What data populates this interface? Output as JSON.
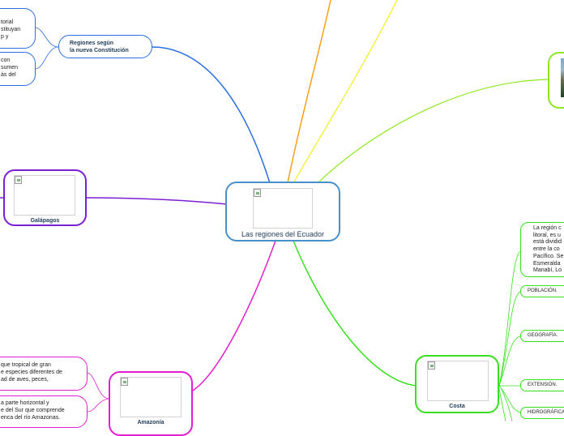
{
  "central": {
    "title": "Las regiones del Ecuador"
  },
  "regiones_nueva_constitucion": {
    "title": "Regiones según\nla nueva Constitución",
    "children": [
      "torial\nstituyan\np y",
      "con\nsumen\nás del"
    ]
  },
  "galapagos": {
    "title": "Galápagos"
  },
  "amazonia": {
    "title": "Amazonía",
    "children": [
      "que tropical de gran\ne especies diferentes de\nad de aves, peces,",
      "a parte horizontal y\ne del Sur que comprende\nenca del río Amazonas."
    ]
  },
  "costa": {
    "title": "Costa",
    "children": [
      "La región c\nlitoral, es u\nestá dividid\nentre la co\nPacífico. Se\nEsmeralda\nManabí, Lo",
      "POBLACIÓN.",
      "GEOGRAFÍA.",
      "EXTENSIÓN.",
      "HIDROGRÁFICA"
    ]
  },
  "colors": {
    "blue": "#2b6fe0",
    "purple": "#7a1fd6",
    "magenta": "#e21fd0",
    "green": "#39e01f",
    "yellowgreen": "#8fe81f",
    "yellow": "#f3f01a",
    "orange": "#f5a01a",
    "central_border": "#4a90c8",
    "title_text": "#1e3b5a"
  }
}
